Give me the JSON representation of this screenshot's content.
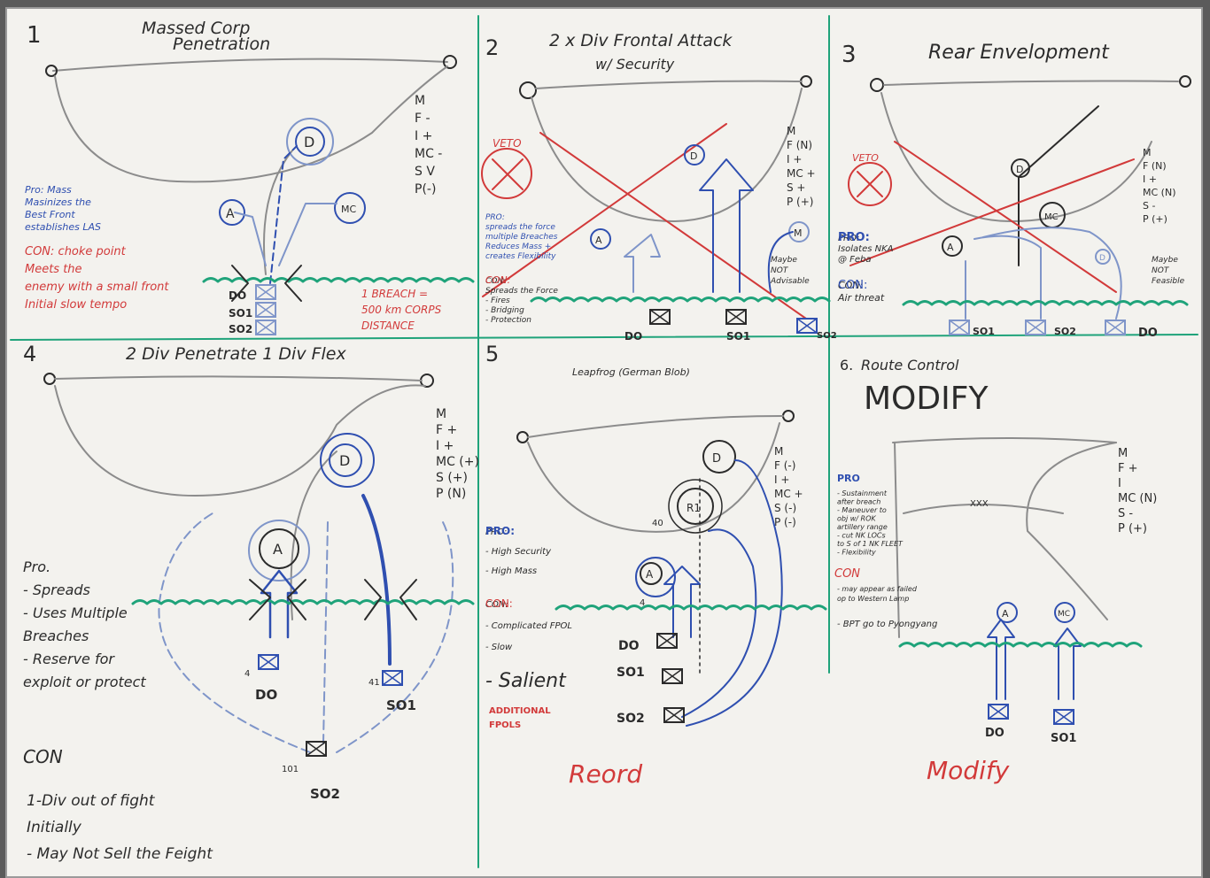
{
  "colors": {
    "board": "#f3f2ee",
    "ink_black": "#2b2b2b",
    "ink_blue": "#2f4fb0",
    "ink_lightblue": "#7f95c9",
    "ink_red": "#d23a3a",
    "ink_green": "#1fa37a",
    "pencil": "#8c8c8c"
  },
  "panels": [
    {
      "number": "1",
      "title": "Massed Corp\nPenetration",
      "metrics": [
        "M",
        "F -",
        "I +",
        "MC -",
        "S V",
        "P(-)"
      ],
      "pro": [
        "Pro: Mass",
        "Masinizes the",
        "Best Front",
        "establishes LAS"
      ],
      "con": [
        "CON: choke point",
        "Meets the",
        "enemy with a small front",
        "Initial slow tempo"
      ],
      "note": [
        "1 BREACH =",
        "500 km CORPS",
        "DISTANCE"
      ],
      "units": [
        "DO",
        "SO1",
        "SO2"
      ],
      "circles": [
        "D",
        "A",
        "MC"
      ]
    },
    {
      "number": "2",
      "title": "2 x Div Frontal Attack\nw/ Security",
      "metrics": [
        "M",
        "F (N)",
        "I +",
        "MC +",
        "S +",
        "P (+)"
      ],
      "stamp": "VETO",
      "pro": [
        "PRO:",
        "spreads the force",
        "multiple Breaches",
        "Reduces Mass +",
        "creates Flexibility"
      ],
      "con": [
        "CON:",
        "Spreads the Force",
        "- Fires",
        "- Bridging",
        "- Protection"
      ],
      "note": [
        "Maybe",
        "NOT",
        "Advisable"
      ],
      "units": [
        "DO",
        "SO1",
        "SO2"
      ],
      "circles": [
        "D",
        "A",
        "M"
      ]
    },
    {
      "number": "3",
      "title": "Rear Envelopment",
      "metrics": [
        "M",
        "F (N)",
        "I +",
        "MC (N)",
        "S -",
        "P (+)"
      ],
      "stamp": "VETO",
      "pro": [
        "PRO:",
        "Isolates NKA",
        "@ Feba"
      ],
      "con": [
        "CON:",
        "Air threat"
      ],
      "note": [
        "Maybe",
        "NOT",
        "Feasible"
      ],
      "units": [
        "SO1",
        "SO2",
        "DO"
      ],
      "circles": [
        "D",
        "A",
        "MC",
        "D"
      ]
    },
    {
      "number": "4",
      "title": "2 Div Penetrate   1 Div Flex",
      "metrics": [
        "M",
        "F +",
        "I +",
        "MC (+)",
        "S (+)",
        "P (N)"
      ],
      "pro": [
        "Pro.",
        "- Spreads",
        "- Uses Multiple",
        "Breaches",
        "- Reserve for",
        "exploit or protect"
      ],
      "con": [
        "CON",
        "1-Div out of fight",
        "Initially",
        "- May Not Sell the Feight"
      ],
      "units": [
        "DO",
        "SO1",
        "SO2"
      ],
      "unit_numbers": [
        "4",
        "41",
        "101"
      ],
      "circles": [
        "D",
        "A"
      ]
    },
    {
      "number": "5",
      "title": "Leapfrog (German Blob)",
      "metrics": [
        "M",
        "F (-)",
        "I +",
        "MC +",
        "S (-)",
        "P (-)"
      ],
      "pro": [
        "PRO:",
        "- High Security",
        "- High Mass"
      ],
      "con": [
        "CON:",
        "- Complicated FPOL",
        "- Slow"
      ],
      "salient": "- Salient",
      "red_note": [
        "ADDITIONAL",
        "FPOLS"
      ],
      "bottom": "Reord",
      "units": [
        "DO",
        "SO1",
        "SO2"
      ],
      "unit_numbers": [
        "40",
        "4"
      ],
      "circles": [
        "D",
        "R1",
        "A"
      ]
    },
    {
      "number": "6.",
      "title": "Route Control",
      "modify_heading": "MODIFY",
      "metrics": [
        "M",
        "F +",
        "I",
        "MC (N)",
        "S -",
        "P (+)"
      ],
      "pro": [
        "PRO",
        "- Sustainment",
        "after breach",
        "- Maneuver to",
        "obj w/ ROK",
        "artillery range",
        "- cut NK LOCs",
        "to S of 1 NK FLEET",
        "- Flexibility"
      ],
      "con": [
        "CON",
        "- may appear as failed",
        "op to Western Lamp",
        "- BPT go to Pyongyang"
      ],
      "xxx_label": "XXX",
      "bottom": "Modify",
      "units": [
        "DO",
        "SO1"
      ],
      "circles": [
        "A",
        "MC"
      ]
    }
  ]
}
